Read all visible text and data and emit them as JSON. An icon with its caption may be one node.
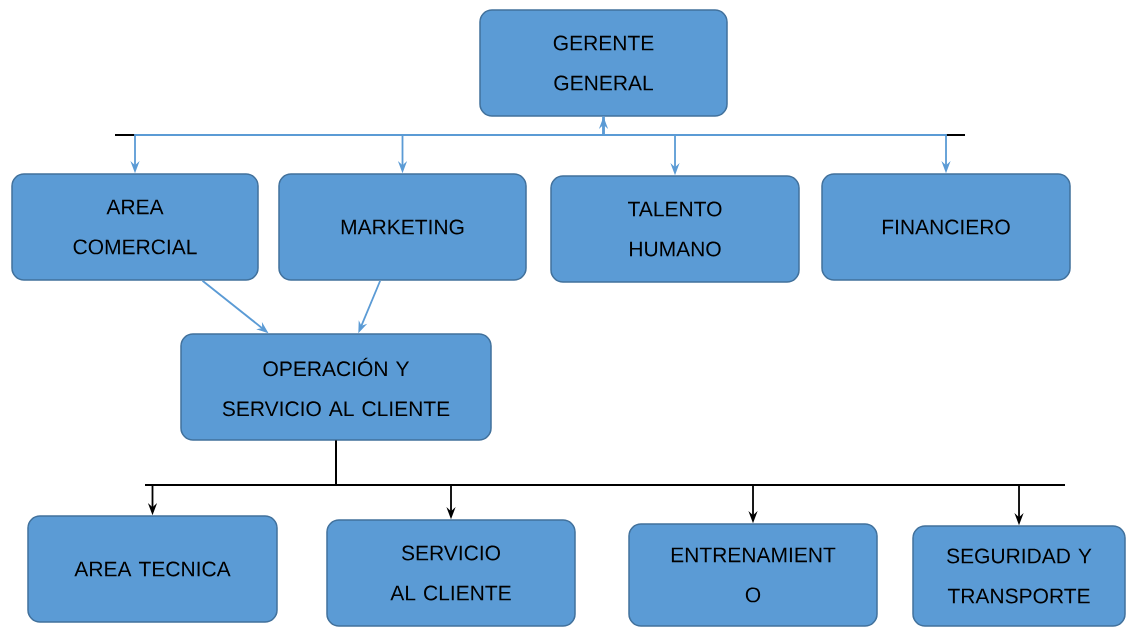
{
  "diagram": {
    "nodes": [
      {
        "text": [
          "GERENTE GENERAL"
        ]
      },
      {
        "text": [
          "AREA COMERCIAL"
        ]
      },
      {
        "text": [
          "MARKETING"
        ]
      },
      {
        "text": [
          "TALENTO HUMANO"
        ]
      },
      {
        "text": [
          "FINANCIERO"
        ]
      },
      {
        "text": [
          "OPERACIÓN Y SERVICIO AL CLIENTE"
        ]
      },
      {
        "text": [
          "AREA TECNICA"
        ]
      },
      {
        "text": [
          "SERVICIO AL CLIENTE"
        ]
      },
      {
        "text": [
          "ENTRENAMIENT O"
        ]
      },
      {
        "text": [
          "SEGURIDAD Y TRANSPORTE"
        ]
      }
    ],
    "edges": [
      {
        "from": null,
        "to": 0,
        "arrow": "to"
      },
      {
        "from": 0,
        "to": 1,
        "arrow": "to"
      },
      {
        "from": 0,
        "to": 2,
        "arrow": "to"
      },
      {
        "from": 0,
        "to": 3,
        "arrow": "to"
      },
      {
        "from": 0,
        "to": 4,
        "arrow": "to"
      },
      {
        "from": 1,
        "to": 5,
        "arrow": "to"
      },
      {
        "from": 2,
        "to": 5,
        "arrow": "to"
      },
      {
        "from": 5,
        "to": 6,
        "arrow": "to",
        "color": "#000000"
      },
      {
        "from": 5,
        "to": 7,
        "arrow": "to",
        "color": "#000000"
      },
      {
        "from": 5,
        "to": 8,
        "arrow": "to",
        "color": "#000000"
      },
      {
        "from": 5,
        "to": 9,
        "arrow": "to",
        "color": "#000000"
      }
    ]
  }
}
